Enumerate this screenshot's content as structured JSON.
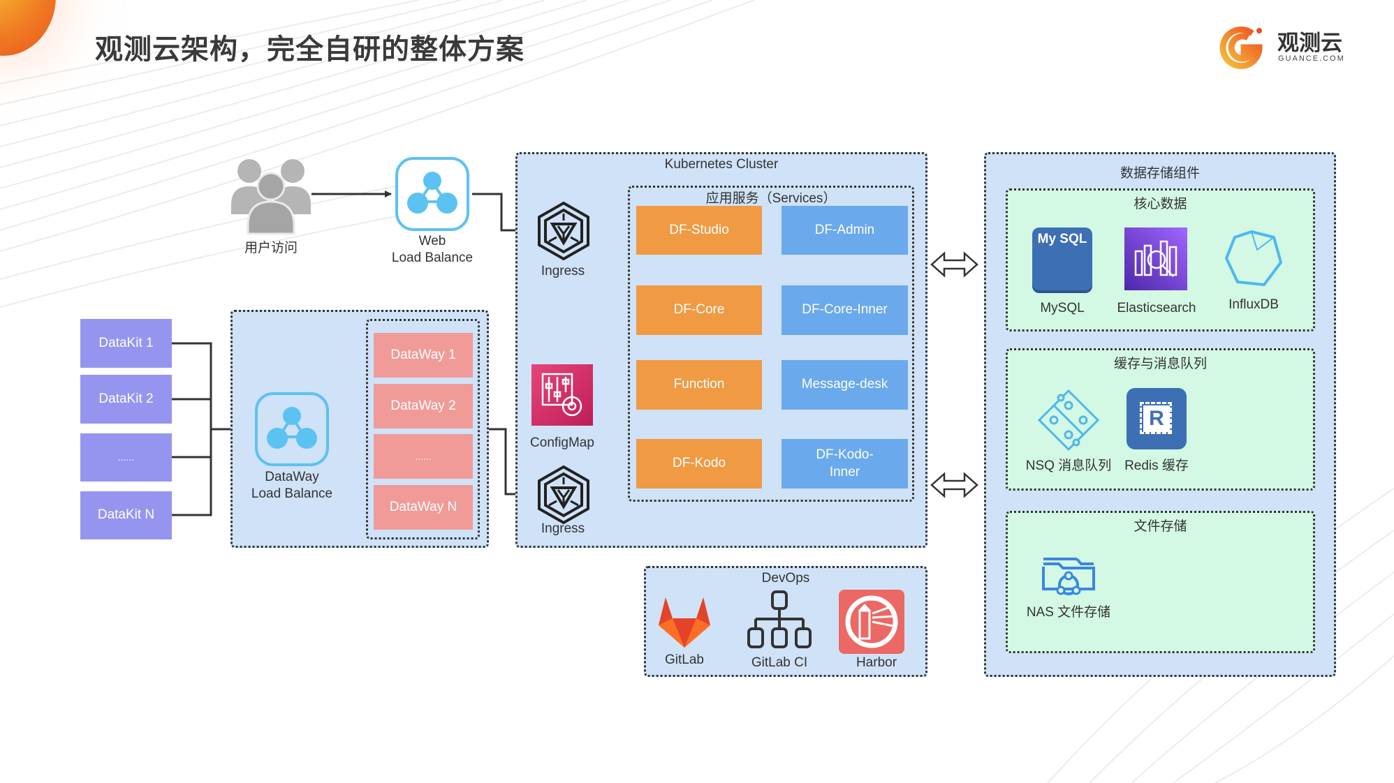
{
  "title": "观测云架构，完全自研的整体方案",
  "logo": {
    "name_cn": "观测云",
    "name_en": "GUANCE.COM",
    "icon": "guance-logo-icon"
  },
  "colors": {
    "service_orange": "#f09a44",
    "service_blue": "#6aa9ec",
    "datakit_purple": "#9595f0",
    "dataway_pink": "#f09b98",
    "group_blue": "#cfe2f8",
    "group_green": "#d3f8e3",
    "configmap_red": "#d6336c"
  },
  "access": {
    "users_label": "用户访问",
    "web_lb_label_1": "Web",
    "web_lb_label_2": "Load Balance"
  },
  "datakits": [
    {
      "label": "DataKit 1"
    },
    {
      "label": "DataKit 2"
    },
    {
      "label": "......"
    },
    {
      "label": "DataKit N"
    }
  ],
  "dataway_group": {
    "lb_label_1": "DataWay",
    "lb_label_2": "Load Balance",
    "items": [
      {
        "label": "DataWay 1"
      },
      {
        "label": "DataWay 2"
      },
      {
        "label": "......"
      },
      {
        "label": "DataWay N"
      }
    ]
  },
  "kubernetes": {
    "title": "Kubernetes Cluster",
    "ingress_top_label": "Ingress",
    "ingress_bottom_label": "Ingress",
    "configmap_label": "ConfigMap",
    "services": {
      "title": "应用服务（Services）",
      "rows": [
        {
          "left": "DF-Studio",
          "right": "DF-Admin"
        },
        {
          "left": "DF-Core",
          "right": "DF-Core-Inner"
        },
        {
          "left": "Function",
          "right": "Message-desk"
        },
        {
          "left": "DF-Kodo",
          "right": "DF-Kodo-\nInner"
        }
      ]
    }
  },
  "devops": {
    "title": "DevOps",
    "items": [
      {
        "label": "GitLab",
        "icon": "gitlab-icon"
      },
      {
        "label": "GitLab CI",
        "icon": "gitlab-ci-icon"
      },
      {
        "label": "Harbor",
        "icon": "harbor-icon"
      }
    ]
  },
  "storage": {
    "title": "数据存储组件",
    "core": {
      "title": "核心数据",
      "items": [
        {
          "label": "MySQL",
          "icon": "mysql-icon",
          "icon_text": "My SQL"
        },
        {
          "label": "Elasticsearch",
          "icon": "elasticsearch-icon"
        },
        {
          "label": "InfluxDB",
          "icon": "influxdb-icon"
        }
      ]
    },
    "cache": {
      "title": "缓存与消息队列",
      "items": [
        {
          "label": "NSQ 消息队列",
          "icon": "nsq-icon"
        },
        {
          "label": "Redis 缓存",
          "icon": "redis-icon",
          "icon_text": "R"
        }
      ]
    },
    "file": {
      "title": "文件存储",
      "items": [
        {
          "label": "NAS 文件存储",
          "icon": "nas-icon"
        }
      ]
    }
  }
}
